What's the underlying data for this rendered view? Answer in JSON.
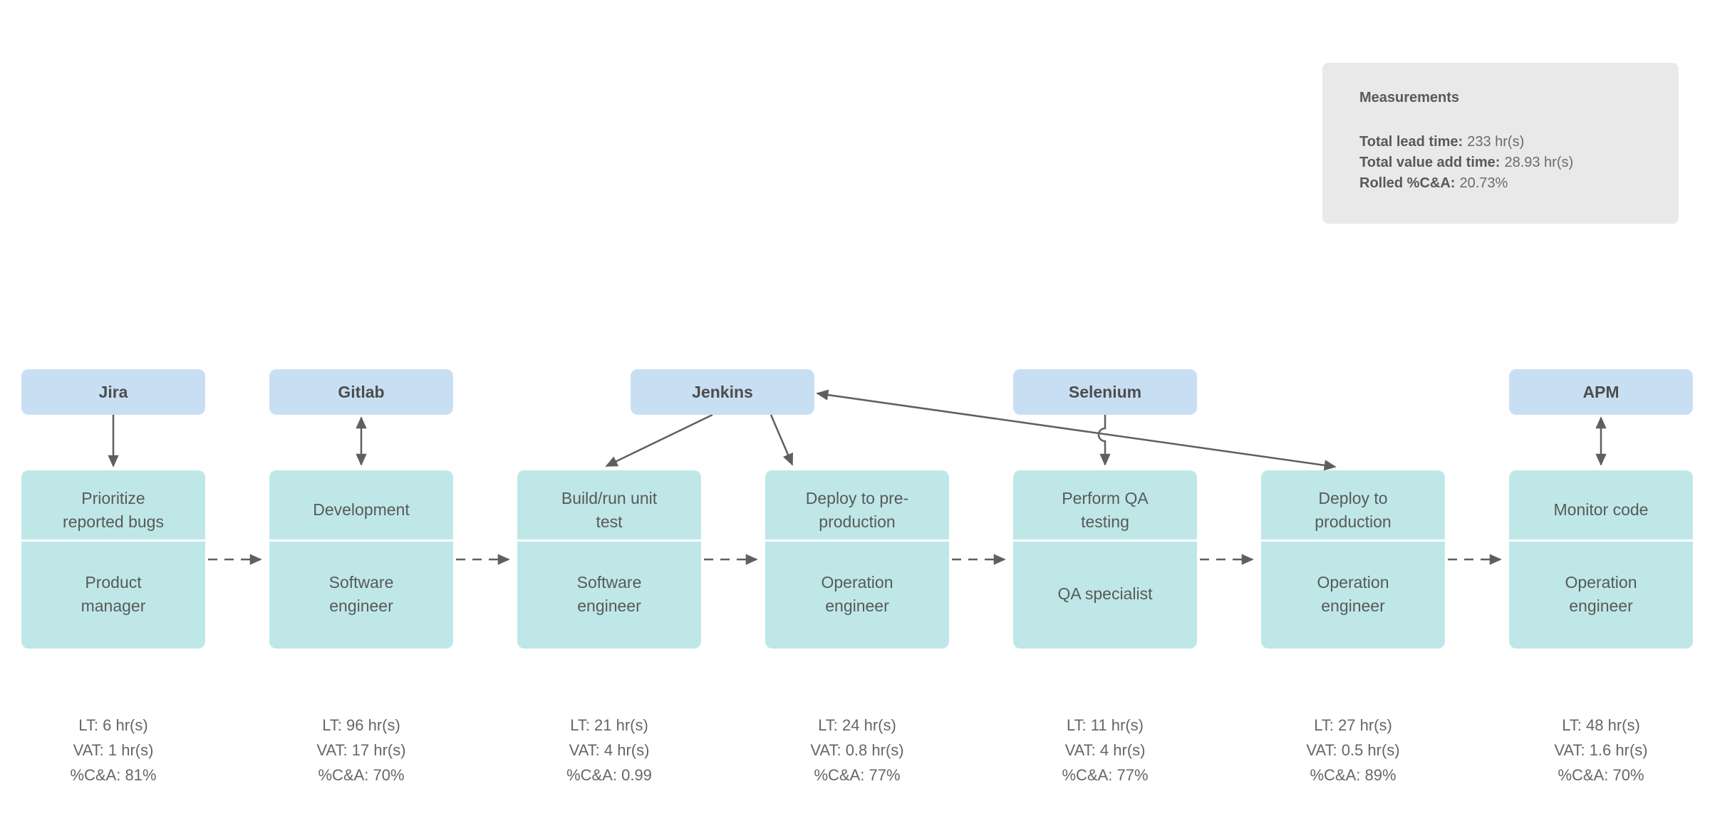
{
  "colors": {
    "tool_fill": "#c8dff3",
    "step_fill": "#bfe7e8",
    "panel_fill": "#e9e9e9",
    "connector_line": "#5f5f5f",
    "tool_text": "#4d4d4d",
    "step_text": "#595959",
    "metrics_text": "#666666"
  },
  "measurements_panel": {
    "title": "Measurements",
    "rows": [
      {
        "label": "Total lead time:",
        "value": "233 hr(s)"
      },
      {
        "label": "Total value add time:",
        "value": "28.93 hr(s)"
      },
      {
        "label": "Rolled %C&A:",
        "value": "20.73%"
      }
    ]
  },
  "tools": [
    {
      "label": "Jira"
    },
    {
      "label": "Gitlab"
    },
    {
      "label": "Jenkins"
    },
    {
      "label": "Selenium"
    },
    {
      "label": "APM"
    }
  ],
  "steps": [
    {
      "process": "Prioritize reported bugs",
      "role": "Product manager",
      "metrics": [
        "LT: 6 hr(s)",
        "VAT: 1 hr(s)",
        "%C&A: 81%"
      ]
    },
    {
      "process": "Development",
      "role": "Software engineer",
      "metrics": [
        "LT: 96 hr(s)",
        "VAT: 17 hr(s)",
        "%C&A: 70%"
      ]
    },
    {
      "process": "Build/run unit test",
      "role": "Software engineer",
      "metrics": [
        "LT: 21 hr(s)",
        "VAT: 4 hr(s)",
        "%C&A: 0.99"
      ]
    },
    {
      "process": "Deploy to pre-production",
      "role": "Operation engineer",
      "metrics": [
        "LT: 24 hr(s)",
        "VAT: 0.8 hr(s)",
        "%C&A: 77%"
      ]
    },
    {
      "process": "Perform QA testing",
      "role": "QA specialist",
      "metrics": [
        "LT: 11 hr(s)",
        "VAT: 4 hr(s)",
        "%C&A: 77%"
      ]
    },
    {
      "process": "Deploy to production",
      "role": "Operation engineer",
      "metrics": [
        "LT: 27 hr(s)",
        "VAT: 0.5 hr(s)",
        "%C&A: 89%"
      ]
    },
    {
      "process": "Monitor code",
      "role": "Operation engineer",
      "metrics": [
        "LT: 48 hr(s)",
        "VAT: 1.6 hr(s)",
        "%C&A: 70%"
      ]
    }
  ]
}
